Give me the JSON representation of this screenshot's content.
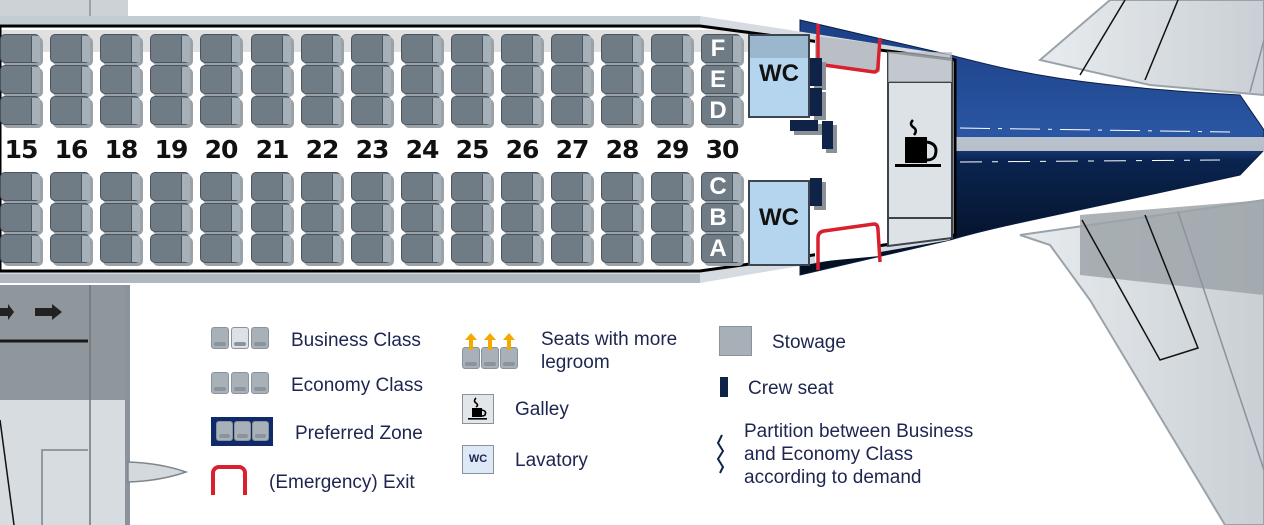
{
  "seatmap": {
    "rows": [
      "15",
      "16",
      "18",
      "19",
      "20",
      "21",
      "22",
      "23",
      "24",
      "25",
      "26",
      "27",
      "28",
      "29",
      "30"
    ],
    "top_letters": [
      "F",
      "E",
      "D"
    ],
    "bottom_letters": [
      "C",
      "B",
      "A"
    ],
    "lavatory_label": "WC"
  },
  "legend": {
    "business_class": "Business Class",
    "economy_class": "Economy Class",
    "preferred_zone": "Preferred Zone",
    "emergency_exit": "(Emergency) Exit",
    "legroom_line1": "Seats with more",
    "legroom_line2": "legroom",
    "galley": "Galley",
    "lavatory": "Lavatory",
    "lavatory_icon_label": "WC",
    "stowage": "Stowage",
    "crew_seat": "Crew seat",
    "partition_line1": "Partition between Business",
    "partition_line2": "and Economy Class",
    "partition_line3": "according to demand"
  },
  "colors": {
    "seat": "#6f7b85",
    "lavatory": "#b5d5ee",
    "crew_seat": "#0f2248",
    "exit": "#d9202f",
    "fuselage_blue": "#0d2a5e",
    "legend_text": "#1d2550",
    "legroom_arrow": "#f5a800"
  }
}
